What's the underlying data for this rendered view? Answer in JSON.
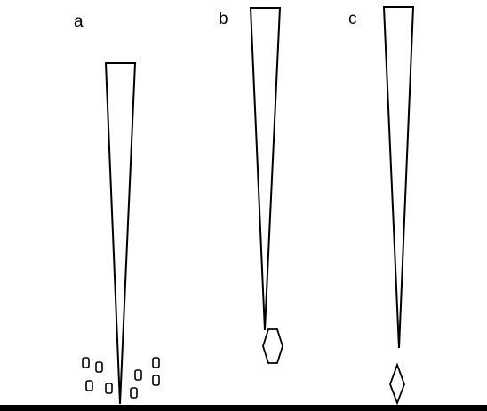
{
  "panels": [
    {
      "id": "a",
      "label": "a"
    },
    {
      "id": "b",
      "label": "b"
    },
    {
      "id": "c",
      "label": "c"
    }
  ],
  "colors": {
    "stroke": "#000000",
    "background": "#ffffff"
  }
}
